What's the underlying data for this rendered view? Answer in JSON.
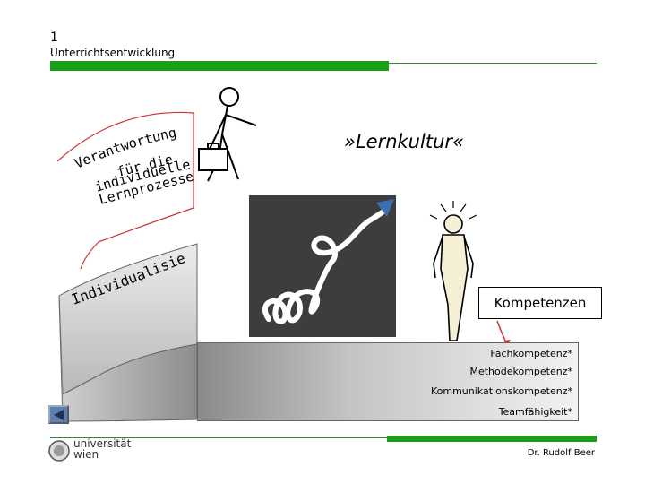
{
  "header": {
    "slide_number": "1",
    "title": "Unterrichtsentwicklung"
  },
  "main": {
    "lernkultur": "»Lernkultur«",
    "verantwortung_lines": [
      "Verantwortung",
      "für die",
      "individuellen",
      "Lernprozesse"
    ],
    "individualisierung": "Individualisierung",
    "kompetenzen": "Kompetenzen",
    "competencies": [
      "Fachkompetenz*",
      "Methodekompetenz*",
      "Kommunikationskompetenz*",
      "Teamfähigkeit*"
    ]
  },
  "footer": {
    "logo_line1": "universität",
    "logo_line2": "wien",
    "author": "Dr. Rudolf Beer"
  },
  "colors": {
    "accent_green": "#18a018",
    "red_line": "#cc3333",
    "arrow_blue": "#3a6fb0",
    "dark_square": "#3d3d3d"
  },
  "icons": [
    "walking-person-icon",
    "thinking-person-icon",
    "back-arrow-icon",
    "university-seal-icon"
  ]
}
